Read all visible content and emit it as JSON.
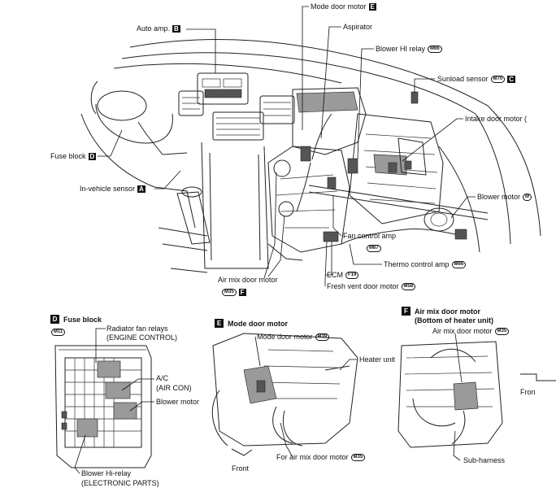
{
  "main_diagram": {
    "labels": {
      "auto_amp": "Auto amp.",
      "auto_amp_tag": "B",
      "mode_door_motor": "Mode door motor",
      "mode_door_motor_tag": "E",
      "aspirator": "Aspirator",
      "blower_hi_relay": "Blower HI relay",
      "blower_hi_relay_conn": "M66",
      "sunload_sensor": "Sunload sensor",
      "sunload_sensor_conn": "M70",
      "sunload_sensor_tag": "C",
      "intake_door_motor": "Intake door motor (",
      "fuse_block": "Fuse block",
      "fuse_block_tag": "D",
      "in_vehicle_sensor": "In-vehicle sensor",
      "in_vehicle_sensor_tag": "A",
      "blower_motor": "Blower motor",
      "blower_motor_conn": "M",
      "fan_control_amp": "Fan control amp",
      "fan_control_amp_conn": "M67",
      "thermo_control_amp": "Thermo control amp",
      "thermo_control_amp_conn": "M66",
      "ecm": "ECM",
      "ecm_conn": "F19",
      "fresh_vent_door_motor": "Fresh vent door motor",
      "fresh_vent_door_motor_conn": "M58",
      "air_mix_door_motor": "Air mix door motor",
      "air_mix_door_motor_conn": "M35",
      "air_mix_door_motor_tag": "F"
    }
  },
  "detail_d": {
    "tag": "D",
    "title": "Fuse block",
    "conn": "M11",
    "radiator_fan_relays": "Radiator fan relays",
    "engine_control": "(ENGINE CONTROL)",
    "ac": "A/C",
    "air_con": "(AIR CON)",
    "blower_motor": "Blower motor",
    "blower_hi_relay": "Blower Hi-relay",
    "electronic_parts": "(ELECTRONIC PARTS)"
  },
  "detail_e": {
    "tag": "E",
    "title": "Mode door motor",
    "mode_door_motor": "Mode door motor",
    "mode_door_motor_conn": "M39",
    "heater_unit": "Heater unit",
    "front": "Front",
    "for_air_mix": "For air mix door motor",
    "for_air_mix_conn": "M35"
  },
  "detail_f": {
    "tag": "F",
    "title": "Air mix door motor",
    "subtitle": "(Bottom of heater unit)",
    "air_mix_door_motor": "Air mix door motor",
    "air_mix_door_motor_conn": "M35",
    "sub_harness": "Sub-harness"
  },
  "detail_edge": {
    "front": "Fron"
  }
}
